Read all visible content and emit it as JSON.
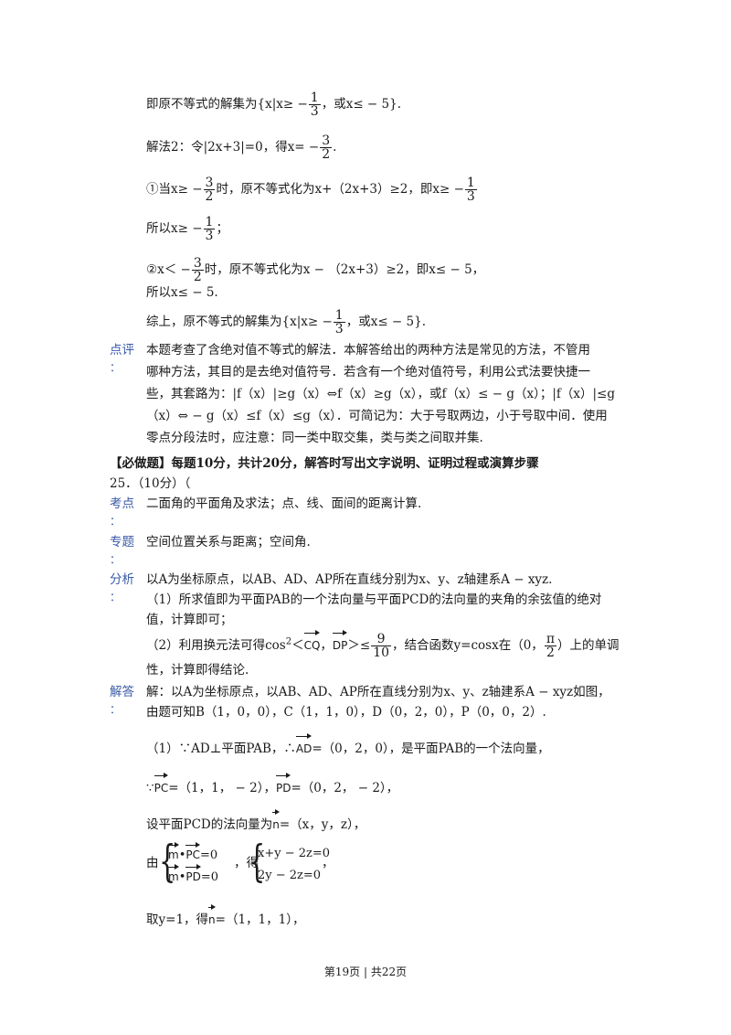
{
  "lines": {
    "l1_pre": "即原不等式的解集为{x|x≥ −",
    "l1_post": "，或x≤ − 5}.",
    "l2_pre": "解法2：令|2x+3|=0，得x= −",
    "l2_post": ".",
    "l3_a": "①当x≥ −",
    "l3_b": "时，原不等式化为x+（2x+3）≥2，即x≥ −",
    "l4_pre": "所以x≥ −",
    "l4_post": "；",
    "l5_a": "②x＜ −",
    "l5_b": "时，原不等式化为x − （2x+3）≥2，即x≤ − 5，",
    "l6": "所以x≤ − 5.",
    "l7_pre": "综上，原不等式的解集为{x|x≥ −",
    "l7_post": "，或x≤ − 5}."
  },
  "fractions": {
    "one": "1",
    "two": "2",
    "three": "3",
    "nine": "9",
    "ten": "10",
    "pi": "π"
  },
  "comment": {
    "label": "点评",
    "colon": "：",
    "line1": "本题考查了含绝对值不等式的解法．本解答给出的两种方法是常见的方法，不管用",
    "line2": "哪种方法，其目的是去绝对值符号．若含有一个绝对值符号，利用公式法要快捷一",
    "line3": "些，其套路为：|f（x）|≥g（x）⇔f（x）≥g（x），或f（x）≤ − g（x）；|f（x）|≤g",
    "line4": "（x）⇔ − g（x）≤f（x）≤g（x）．可简记为：大于号取两边，小于号取中间．使用",
    "line5": "零点分段法时，应注意：同一类中取交集，类与类之间取并集."
  },
  "section_heading": "【必做题】每题10分，共计20分，解答时写出文字说明、证明过程或演算步骤",
  "question": "25．（10分）（",
  "kaodian": {
    "label": "考点",
    "colon": "：",
    "text": "二面角的平面角及求法；点、线、面间的距离计算."
  },
  "zhuanti": {
    "label": "专题",
    "colon": "：",
    "text": "空间位置关系与距离；空间角."
  },
  "fenxi": {
    "label": "分析",
    "colon": "：",
    "line1": "以A为坐标原点，以AB、AD、AP所在直线分别为x、y、z轴建系A − xyz.",
    "line2": "（1）所求值即为平面PAB的一个法向量与平面PCD的法向量的夹角的余弦值的绝对",
    "line3": "值，计算即可；",
    "line4_a": "（2）利用换元法可得cos",
    "line4_b": "＜",
    "line4_cq": "CQ",
    "line4_c": "，",
    "line4_dp": "DP",
    "line4_d": "＞≤",
    "line4_e": "，结合函数y=cosx在（0，",
    "line4_f": "）上的单调",
    "line5": "性，计算即得结论."
  },
  "jieda": {
    "label": "解答",
    "colon": "：",
    "line1": "解：以A为坐标原点，以AB、AD、AP所在直线分别为x、y、z轴建系A − xyz如图，",
    "line2": "由题可知B（1，0，0），C（1，1，0），D（0，2，0），P（0，0，2）.",
    "line3_a": "（1）∵AD⊥平面PAB，∴",
    "line3_ad": "AD",
    "line3_b": "=（0，2，0），是平面PAB的一个法向量，",
    "line4_a": "∵",
    "line4_pc": "PC",
    "line4_b": "=（1，1， − 2），",
    "line4_pd": "PD",
    "line4_c": "=（0，2， − 2），",
    "line5_a": "设平面PCD的法向量为",
    "line5_n": "n",
    "line5_b": "=（x，y，z），",
    "line6_a": "由",
    "sys1_r1_m": "m",
    "sys1_r1_pc": "PC",
    "sys1_r1_eq": "=0",
    "sys1_r2_m": "m",
    "sys1_r2_pd": "PD",
    "sys1_r2_eq": "=0",
    "dot": "•",
    "line6_b": "，得",
    "sys2_r1": "x+y − 2z=0",
    "sys2_r2": "2y − 2z=0",
    "line6_c": "，",
    "line7_a": "取y=1，得",
    "line7_n": "n",
    "line7_b": "=（1，1，1），"
  },
  "footer": "第19页 | 共22页",
  "colors": {
    "label_blue": "#3a5aa8",
    "text": "#1a1a1a"
  }
}
